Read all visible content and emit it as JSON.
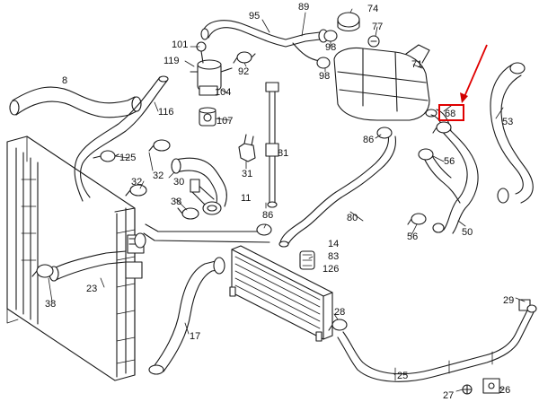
{
  "labels": {
    "p8": "8",
    "p95": "95",
    "p89": "89",
    "p74": "74",
    "p77": "77",
    "p98a": "98",
    "p98b": "98",
    "p71": "71",
    "p101": "101",
    "p119": "119",
    "p92": "92",
    "p104": "104",
    "p116": "116",
    "p107": "107",
    "p68": "68",
    "p53": "53",
    "p125": "125",
    "p32a": "32",
    "p32b": "32",
    "p30": "30",
    "p38a": "38",
    "p38b": "38",
    "p31": "31",
    "p81": "81",
    "p11": "11",
    "p86a": "86",
    "p86b": "86",
    "p56a": "56",
    "p56b": "56",
    "p80": "80",
    "p50": "50",
    "p14": "14",
    "p83": "83",
    "p126": "126",
    "p23": "23",
    "p17": "17",
    "p28": "28",
    "p29": "29",
    "p25": "25",
    "p27": "27",
    "p26": "26"
  },
  "highlight": {
    "target": "68",
    "color": "#e00000"
  }
}
